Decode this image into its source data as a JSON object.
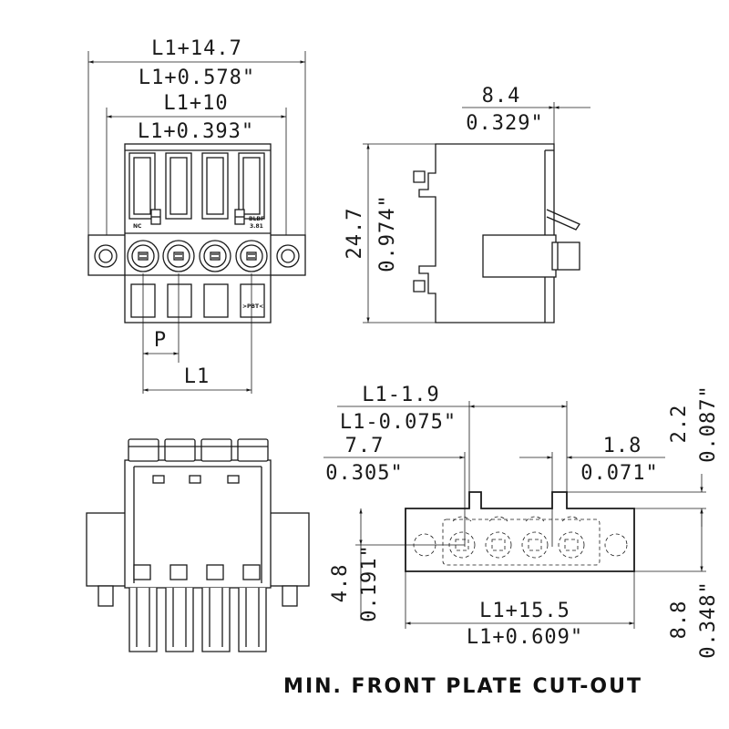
{
  "dimensions": {
    "top_overall_mm": "L1+14.7",
    "top_overall_in": "L1+0.578\"",
    "top_inner_mm": "L1+10",
    "top_inner_in": "L1+0.393\"",
    "pitch_label": "P",
    "length_label": "L1",
    "side_depth_mm": "8.4",
    "side_depth_in": "0.329\"",
    "side_height_mm": "24.7",
    "side_height_in": "0.974\"",
    "cut_top_mm": "L1-1.9",
    "cut_top_in": "L1-0.075\"",
    "cut_left_mm": "7.7",
    "cut_left_in": "0.305\"",
    "cut_right_mm": "1.8",
    "cut_right_in": "0.071\"",
    "cut_notch_mm": "2.2",
    "cut_notch_in": "0.087\"",
    "cut_hole_mm": "4.8",
    "cut_hole_in": "0.191\"",
    "cut_width_mm": "L1+15.5",
    "cut_width_in": "L1+0.609\"",
    "cut_height_mm": "8.8",
    "cut_height_in": "0.348\""
  },
  "marks": {
    "left_mark": "NC",
    "right_mark_1": "BLBF",
    "right_mark_2": "3.81",
    "front_mark": ">PBT<"
  },
  "caption": "MIN. FRONT PLATE CUT-OUT"
}
